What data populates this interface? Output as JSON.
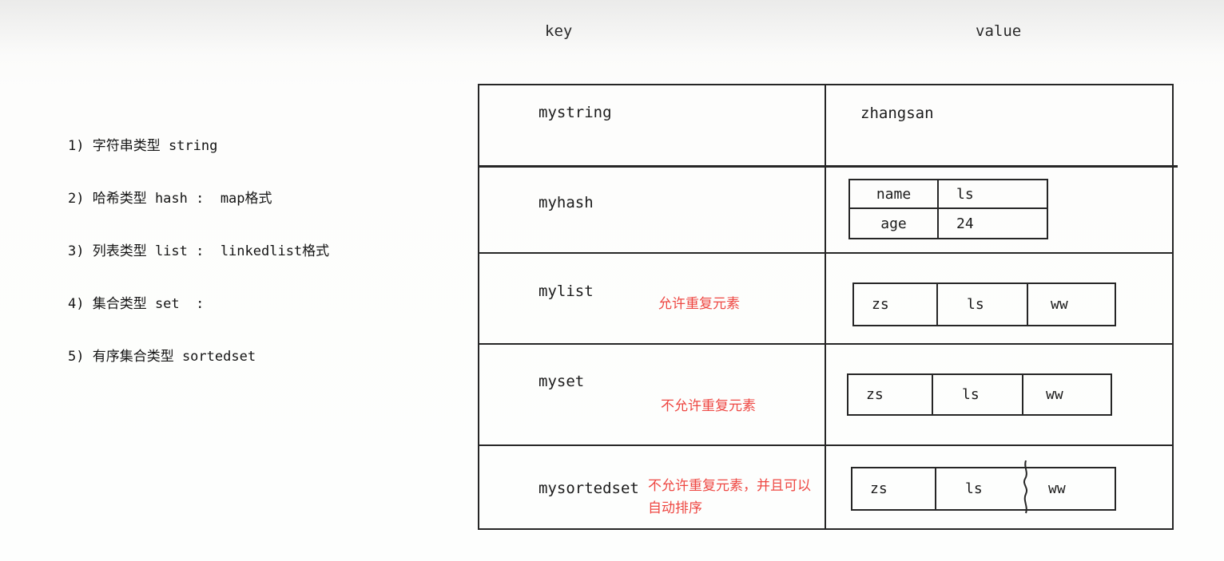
{
  "page": {
    "colors": {
      "annotation_red": "#ee4742",
      "line": "#262626",
      "background_top": "#ebebea",
      "background": "#fdfdfc"
    },
    "notes": [
      "1) 字符串类型 string",
      "2) 哈希类型 hash :  map格式",
      "3) 列表类型 list :  linkedlist格式",
      "4) 集合类型 set  :",
      "5) 有序集合类型 sortedset"
    ]
  },
  "table": {
    "headers": {
      "key": "key",
      "value": "value"
    },
    "rows": [
      {
        "key": "mystring",
        "value": "zhangsan"
      },
      {
        "key": "myhash",
        "entries": [
          {
            "field": "name",
            "value": "ls"
          },
          {
            "field": "age",
            "value": "24"
          }
        ]
      },
      {
        "key": "mylist",
        "annotation_lines": [
          "允许重复元素"
        ],
        "items": [
          "zs",
          "ls",
          "ww"
        ]
      },
      {
        "key": "myset",
        "annotation_lines": [
          "不允许重复元素"
        ],
        "items": [
          "zs",
          "ls",
          "ww"
        ]
      },
      {
        "key": "mysortedset",
        "annotation_lines": [
          "不允许重复元素，并且可以",
          "自动排序"
        ],
        "items": [
          "zs",
          "ls",
          "ww"
        ]
      }
    ]
  }
}
